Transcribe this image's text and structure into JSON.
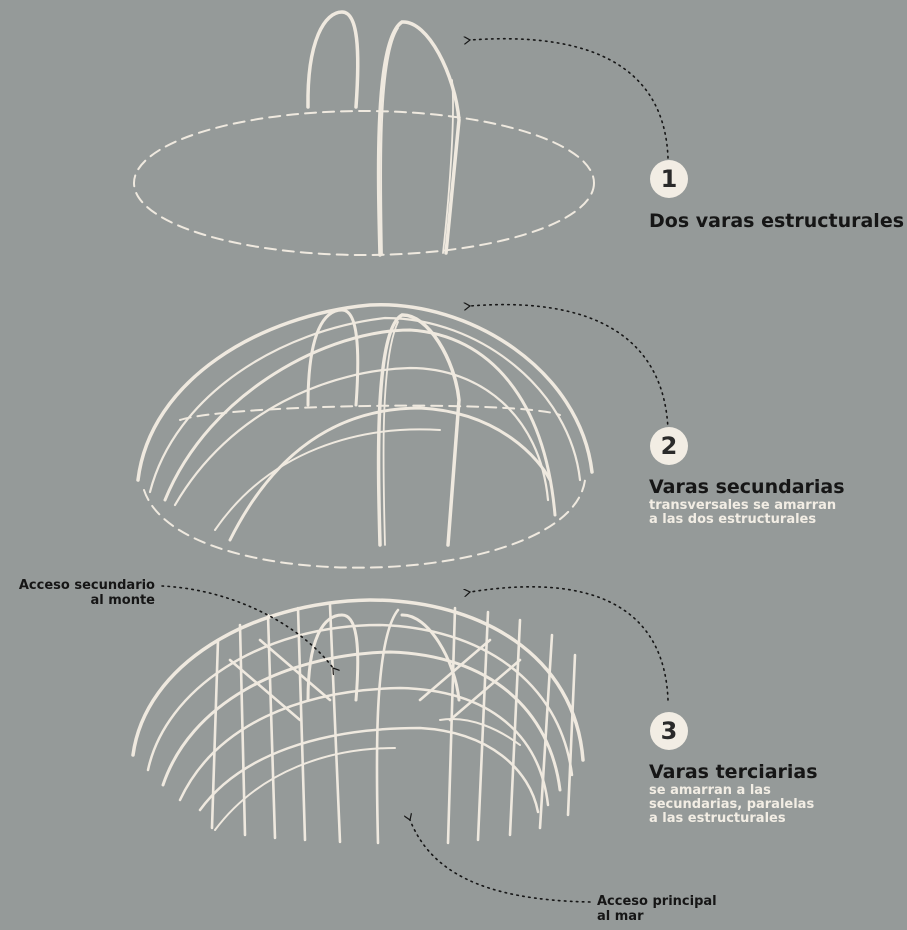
{
  "colors": {
    "background": "#959a99",
    "branch": "#efe9df",
    "text_dark": "#161616",
    "text_light": "#f2ede4"
  },
  "steps": [
    {
      "number": "1",
      "title": "Dos varas estructurales",
      "desc": []
    },
    {
      "number": "2",
      "title": "Varas secundarias",
      "desc": [
        "transversales se amarran",
        "a las dos estructurales"
      ]
    },
    {
      "number": "3",
      "title": "Varas terciarias",
      "desc": [
        "se amarran a las",
        "secundarias, paralelas",
        "a las estructurales"
      ]
    }
  ],
  "annotations": {
    "secondary_access": [
      "Acceso secundario",
      "al monte"
    ],
    "main_access": [
      "Acceso principal",
      "al mar"
    ]
  }
}
